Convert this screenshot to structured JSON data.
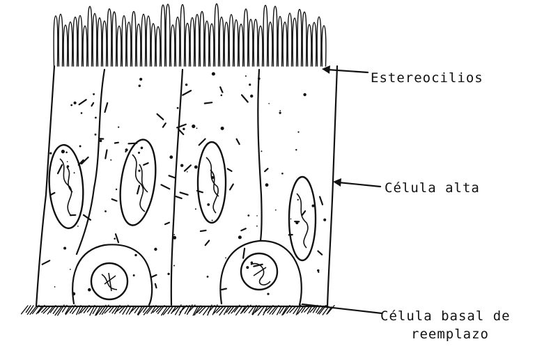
{
  "labels": {
    "stereocilia": "Estereocilios",
    "tall_cell": "Célula alta",
    "basal_cell_line1": "Célula basal de",
    "basal_cell_line2": "reemplazo"
  }
}
